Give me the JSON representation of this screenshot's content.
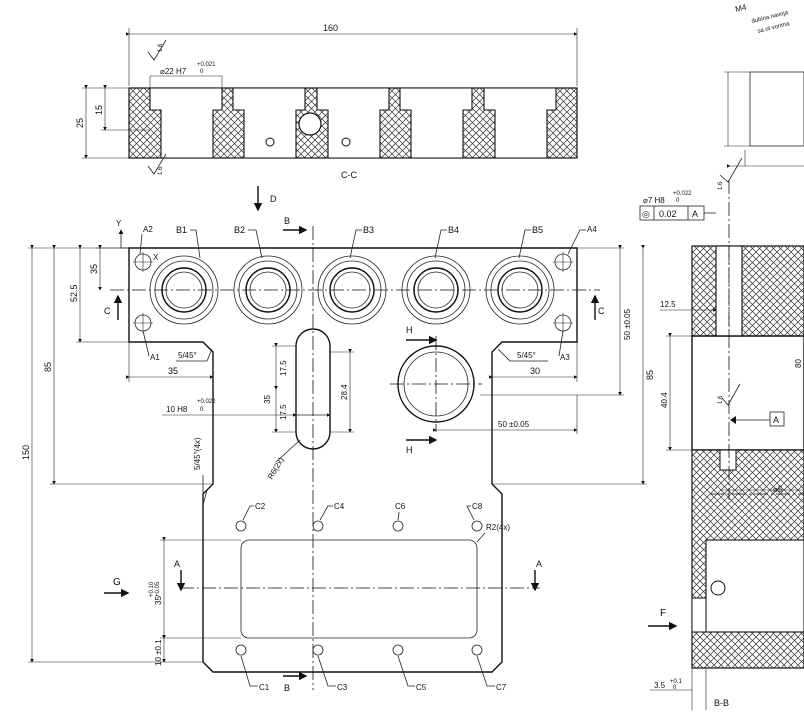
{
  "section_cc": {
    "dim_160": "160",
    "dim_25": "25",
    "dim_15": "15",
    "bore_fit": "⌀22 H7",
    "bore_tol_upper": "+0.021",
    "bore_tol_lower": "0",
    "roughness": "1.6",
    "label": "C-C"
  },
  "view_d": {
    "label": "D"
  },
  "top_view": {
    "y_label": "Y",
    "x_label": "X",
    "a_labels": [
      "A2",
      "A4",
      "A1",
      "A3"
    ],
    "b_labels": [
      "B1",
      "B2",
      "B3",
      "B4",
      "B5"
    ],
    "b_cut": "B",
    "c_labels": [
      "C2",
      "C4",
      "C6",
      "C8",
      "C1",
      "C3",
      "C5",
      "C7"
    ],
    "c_cut": "C",
    "h_cut": "H",
    "a_cut": "A",
    "g_view": "G",
    "dim_35_top": "35",
    "dim_52_5": "52.5",
    "dim_85_left": "85",
    "dim_150": "150",
    "chamfer_left": "5/45°",
    "chamfer_right": "5/45°",
    "chamfer_4x": "5/45°(4x)",
    "dim_35_bottom": "35",
    "dim_30": "30",
    "dim_17_5_a": "17.5",
    "dim_17_5_b": "17.5",
    "dim_35_slot": "35",
    "dim_28_4": "28.4",
    "slot_fit": "10 H8",
    "slot_tol_upper": "+0.022",
    "slot_tol_lower": "0",
    "slot_radius": "R6(2x)",
    "dim_50_05_right": "50 ±0.05",
    "dim_85_right": "85",
    "dim_50_05_bottom": "50 ±0.05",
    "dim_35_tol": "35",
    "dim_35_tol_upper": "+0.10",
    "dim_35_tol_lower": "+0.05",
    "dim_10": "10 ±0.1",
    "corner_radius": "R2(4x)"
  },
  "section_bb": {
    "hole_fit": "⌀7 H8",
    "hole_tol_upper": "+0.022",
    "hole_tol_lower": "0",
    "concentricity": "◎",
    "concentricity_value": "0.02",
    "datum": "A",
    "dim_12_5": "12.5",
    "dim_40_4": "40.4",
    "roughness_a": "1.6",
    "roughness_b": "1.6",
    "datum_box": "A",
    "dia_5": "⌀5",
    "dim_80": "80",
    "dim_3_5": "3.5",
    "dim_3_5_tol_upper": "+0.1",
    "dim_3_5_tol_lower": "0",
    "view_f": "F",
    "label": "B-B"
  },
  "note_top_right": {
    "line1": "M4",
    "line2": "dubina navoja",
    "line3": "sa ot vorima"
  }
}
